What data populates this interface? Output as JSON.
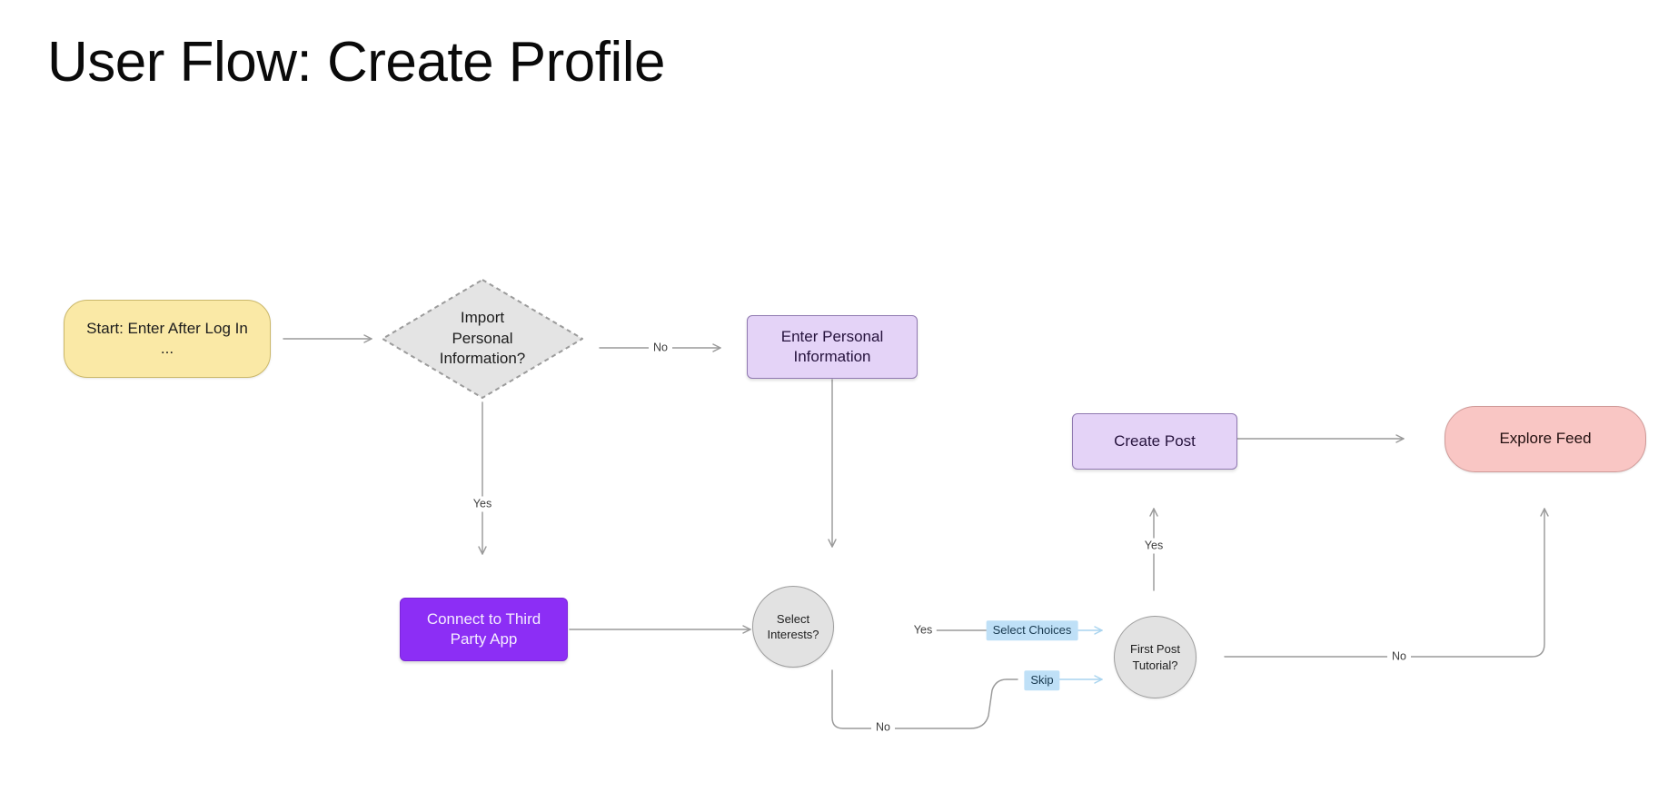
{
  "page": {
    "title": "User Flow: Create Profile",
    "background": "#ffffff"
  },
  "palette": {
    "start_fill": "#fae9a6",
    "start_stroke": "#cbb86a",
    "decision_fill": "#e4e4e4",
    "decision_stroke": "#9b9b9b",
    "lilac_fill": "#e4d3f7",
    "lilac_stroke": "#8f78b0",
    "violet_fill": "#8c2ef5",
    "violet_text": "#f4ecff",
    "circle_fill": "#e2e2e2",
    "circle_stroke": "#9e9e9e",
    "pink_fill": "#f9c6c4",
    "pink_stroke": "#cf9a98",
    "edge_stroke": "#9a9a9a",
    "edge_highlight_stroke": "#a9d4ef",
    "highlight_label_fill": "#bfe0f7"
  },
  "diagram": {
    "type": "flowchart",
    "nodes": [
      {
        "id": "start",
        "shape": "pill",
        "label": "Start: Enter After Log In\n..."
      },
      {
        "id": "import_decision",
        "shape": "diamond",
        "label": "Import\nPersonal\nInformation?"
      },
      {
        "id": "enter_personal",
        "shape": "rect",
        "label": "Enter Personal\nInformation"
      },
      {
        "id": "connect_third",
        "shape": "rect",
        "label": "Connect to Third\nParty App"
      },
      {
        "id": "select_interests",
        "shape": "circle",
        "label": "Select\nInterests?"
      },
      {
        "id": "first_post",
        "shape": "circle",
        "label": "First Post\nTutorial?"
      },
      {
        "id": "create_post",
        "shape": "rect",
        "label": "Create Post"
      },
      {
        "id": "explore_feed",
        "shape": "pill",
        "label": "Explore Feed"
      }
    ],
    "edges": [
      {
        "from": "start",
        "to": "import_decision",
        "label": "",
        "highlight": false
      },
      {
        "from": "import_decision",
        "to": "enter_personal",
        "label": "No",
        "highlight": false
      },
      {
        "from": "import_decision",
        "to": "connect_third",
        "label": "Yes",
        "highlight": false
      },
      {
        "from": "enter_personal",
        "to": "select_interests",
        "label": "",
        "highlight": false
      },
      {
        "from": "connect_third",
        "to": "select_interests",
        "label": "",
        "highlight": false
      },
      {
        "from": "select_interests",
        "to": "first_post",
        "label": "Yes",
        "highlight": false
      },
      {
        "from": "select_interests",
        "to": "first_post",
        "label": "Select Choices",
        "highlight": true
      },
      {
        "from": "select_interests",
        "to": "first_post",
        "label": "No",
        "highlight": false
      },
      {
        "from": "select_interests",
        "to": "first_post",
        "label": "Skip",
        "highlight": true
      },
      {
        "from": "first_post",
        "to": "create_post",
        "label": "Yes",
        "highlight": false
      },
      {
        "from": "first_post",
        "to": "explore_feed",
        "label": "No",
        "highlight": false
      },
      {
        "from": "create_post",
        "to": "explore_feed",
        "label": "",
        "highlight": false
      }
    ],
    "labels": {
      "no_1": "No",
      "yes_1": "Yes",
      "select_choices": "Select Choices",
      "yes_2": "Yes",
      "skip": "Skip",
      "no_2": "No",
      "yes_3": "Yes",
      "no_3": "No"
    }
  }
}
